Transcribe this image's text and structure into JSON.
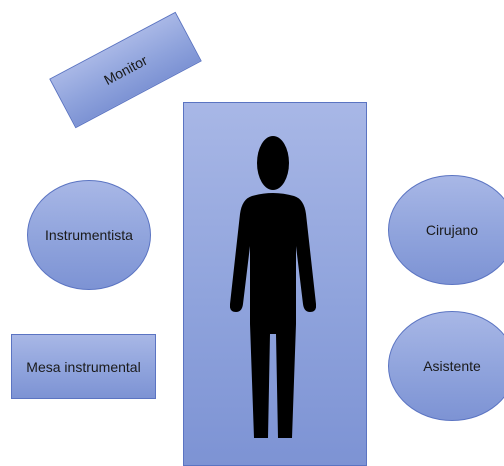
{
  "labels": {
    "monitor": "Monitor",
    "instrumentista": "Instrumentista",
    "mesa_instrumental": "Mesa instrumental",
    "cirujano": "Cirujano",
    "asistente": "Asistente"
  },
  "icons": {
    "patient": "person-silhouette-icon"
  },
  "colors": {
    "shape_fill": "#8fa3dc",
    "shape_border": "#5b74c2",
    "silhouette": "#000000"
  }
}
